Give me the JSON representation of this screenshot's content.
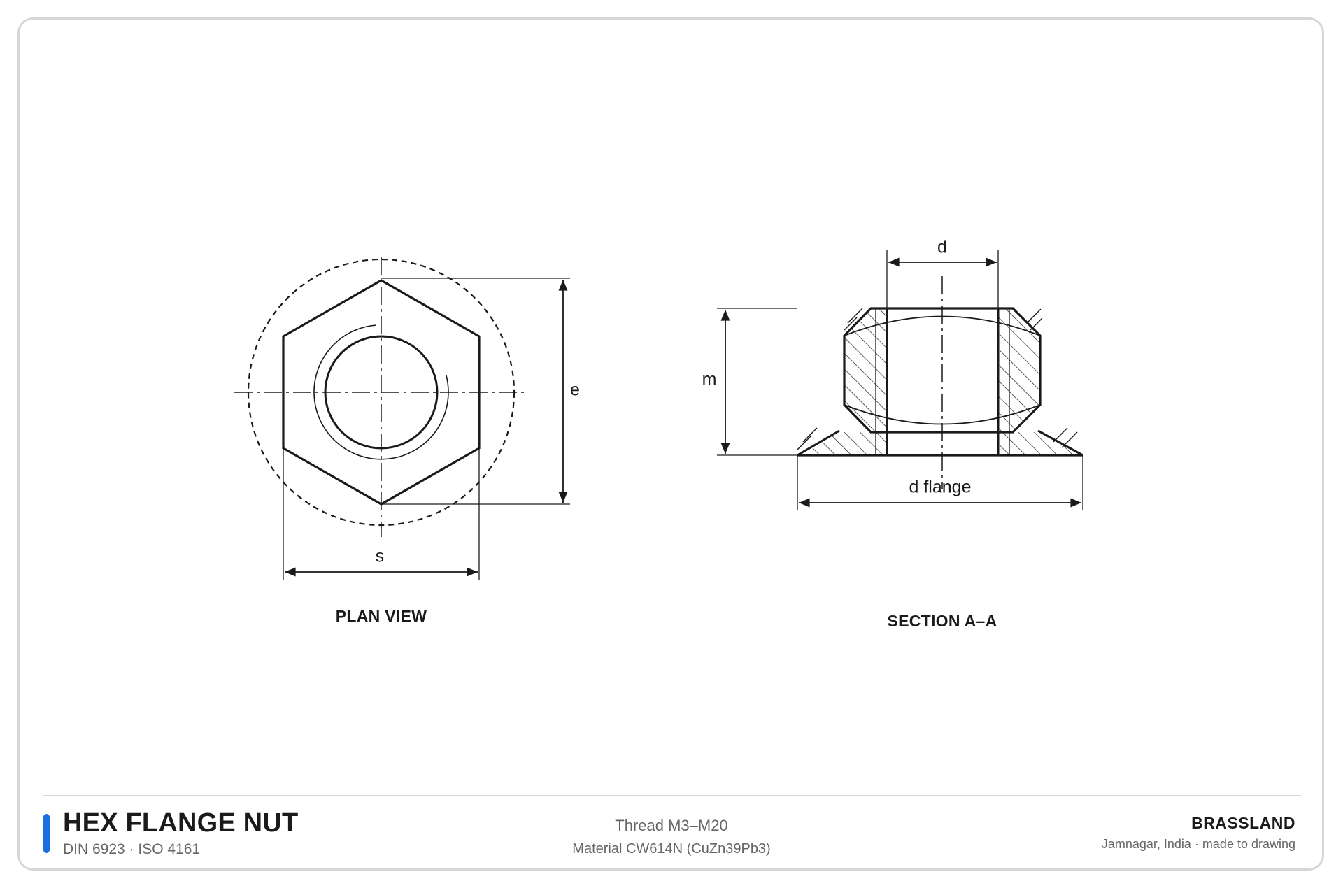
{
  "drawing": {
    "plan_view": {
      "label": "PLAN VIEW",
      "dimension_across_corners": "e",
      "dimension_across_flats": "s"
    },
    "section_view": {
      "label": "SECTION A–A",
      "dimension_thread": "d",
      "dimension_height": "m",
      "dimension_flange": "d  flange"
    }
  },
  "title_block": {
    "title": "HEX FLANGE NUT",
    "standard": "DIN 6923 · ISO 4161",
    "thread": "Thread M3–M20",
    "material": "Material CW614N (CuZn39Pb3)",
    "brand": "BRASSLAND",
    "location": "Jamnagar, India · made to drawing",
    "accent_color": "#1a6fe0"
  },
  "colors": {
    "line": "#1a1a1a",
    "border": "#d6d6d6"
  }
}
